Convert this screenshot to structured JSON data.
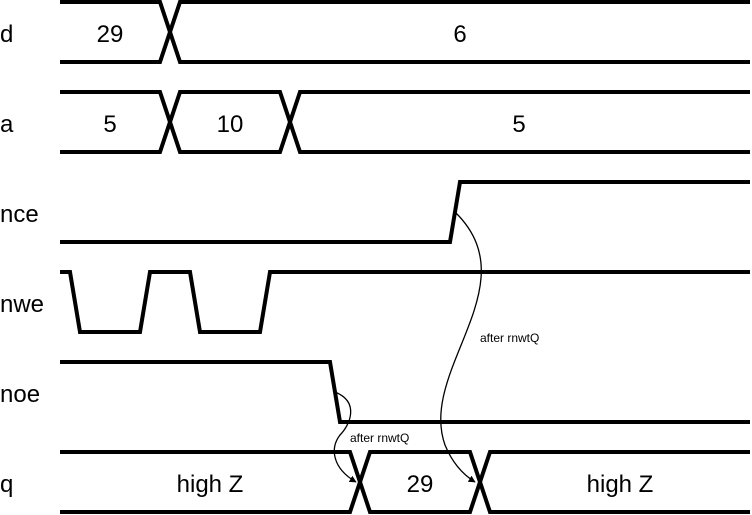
{
  "signals": [
    {
      "name": "d",
      "segments": [
        "29",
        "6"
      ]
    },
    {
      "name": "a",
      "segments": [
        "5",
        "10",
        "5"
      ]
    },
    {
      "name": "nce"
    },
    {
      "name": "nwe"
    },
    {
      "name": "noe"
    },
    {
      "name": "q",
      "segments": [
        "high Z",
        "29",
        "high Z"
      ]
    }
  ],
  "annotations": [
    {
      "label": "after rnwtQ"
    },
    {
      "label": "after rnwtQ"
    }
  ]
}
